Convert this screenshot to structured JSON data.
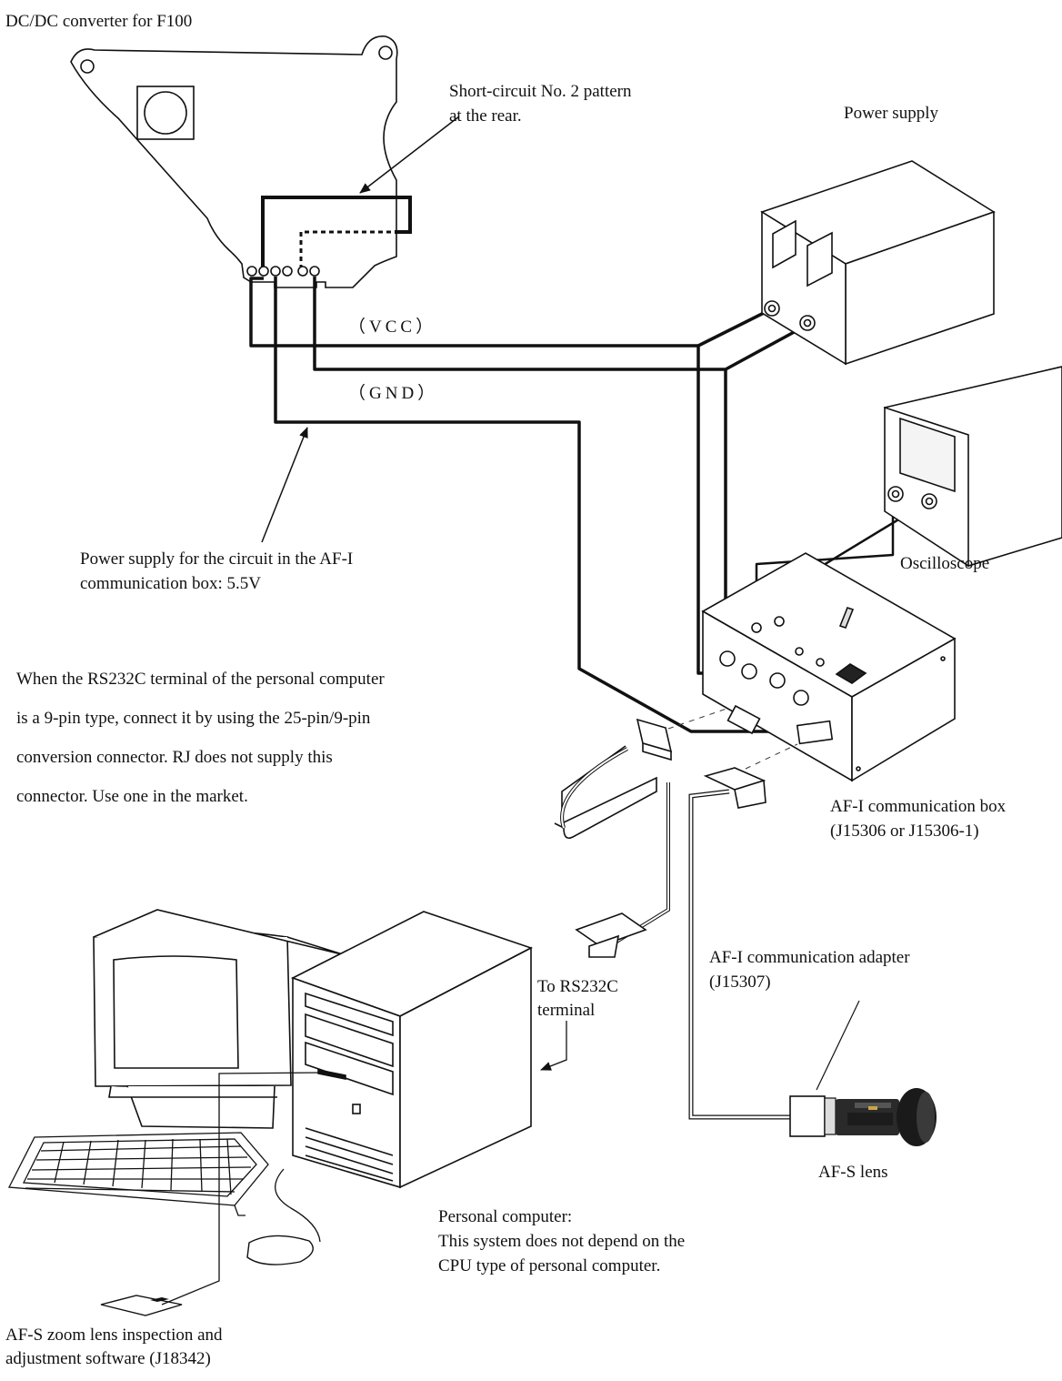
{
  "labels": {
    "dcdc": "DC/DC converter for F100",
    "short_l1": "Short-circuit No. 2 pattern",
    "short_l2": "at the rear.",
    "power_supply": "Power supply",
    "vcc": "（VCC）",
    "gnd": "（GND）",
    "circuit_power_l1": "Power supply for the circuit in the AF-I",
    "circuit_power_l2": "communication box: 5.5V",
    "oscilloscope": "Oscilloscope",
    "af_box_l1": "AF-I communication box",
    "af_box_l2": "(J15306 or J15306-1)",
    "adapter_l1": "AF-I communication adapter",
    "adapter_l2": "(J15307)",
    "rs232_l1": "To RS232C",
    "rs232_l2": "terminal",
    "lens": "AF-S lens",
    "pc_l1": "Personal computer:",
    "pc_l2": "This system does not depend on the",
    "pc_l3": "CPU type of personal computer.",
    "software_l1": "AF-S zoom lens inspection and",
    "software_l2": "adjustment software (J18342)"
  },
  "note": {
    "l1": "When the RS232C terminal of the personal computer",
    "l2": "is a 9-pin type, connect it by using the 25-pin/9-pin",
    "l3": "conversion connector.  RJ does not supply this",
    "l4": "connector.  Use one in the market."
  }
}
